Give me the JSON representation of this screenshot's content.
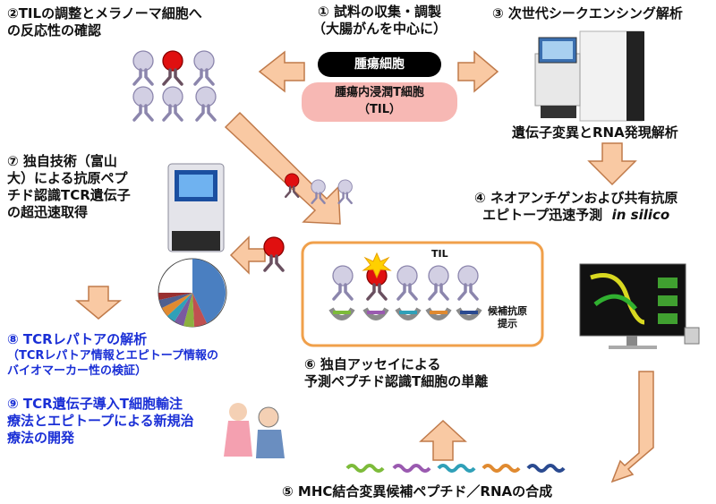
{
  "steps": {
    "s1": {
      "line1": "① 試料の収集・調製",
      "line2": "（大腸がんを中心に）"
    },
    "s2": {
      "line1": "②TILの調整とメラノーマ細胞へ",
      "line2": "の反応性の確認"
    },
    "s3": {
      "line1": "③ 次世代シークエンシング解析",
      "caption": "遺伝子変異とRNA発現解析"
    },
    "s4": {
      "line1": "④ ネオアンチゲンおよび共有抗原",
      "line2": "エピトープ迅速予測",
      "italic": "in silico"
    },
    "s5": {
      "line1": "⑤ MHC結合変異候補ペプチド／RNAの合成"
    },
    "s6": {
      "line1": "⑥ 独自アッセイによる",
      "line2": "予測ペプチド認識T細胞の単離"
    },
    "s7": {
      "lines": [
        "⑦ 独自技術（富山",
        "大）による抗原ペプ",
        "チド認識TCR遺伝子",
        "の超迅速取得"
      ]
    },
    "s8": {
      "line1": "⑧ TCRレパトアの解析",
      "sub1": "（TCRレパトア情報とエピトープ情報の",
      "sub2": "バイオマーカー性の検証）"
    },
    "s9": {
      "line1": "⑨ TCR遺伝子導入T細胞輸注",
      "line2": "療法とエピトープによる新規治",
      "line3": "療法の開発"
    }
  },
  "pills": {
    "tumor": "腫瘍細胞",
    "til_line1": "腫瘍内浸潤T細胞",
    "til_line2": "（TIL）"
  },
  "assay": {
    "til_label": "TIL",
    "apc_line1": "候補抗原",
    "apc_line2": "提示"
  },
  "colors": {
    "arrow_fill": "#f9c9a3",
    "arrow_stroke": "#c07a4a",
    "blue_text": "#1a2fd6",
    "tumor_red": "#e01010",
    "tcell": "#ccc8de",
    "pill_pink": "#f7b8b4",
    "box_orange": "#f0a04b"
  }
}
